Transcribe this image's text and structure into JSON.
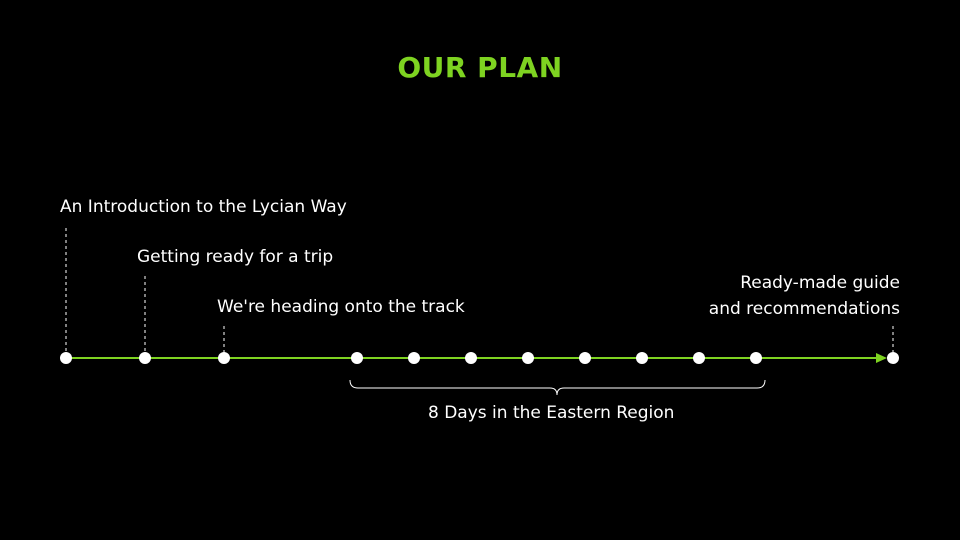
{
  "title": "OUR PLAN",
  "colors": {
    "background": "#000000",
    "accent": "#7ed321",
    "text": "#ffffff",
    "node": "#ffffff"
  },
  "milestones": [
    {
      "label": "An Introduction to the Lycian Way"
    },
    {
      "label": "Getting ready for a trip"
    },
    {
      "label": "We're heading onto the track"
    },
    {
      "label": "Ready-made guide",
      "label2": "and recommendations"
    }
  ],
  "day_nodes_count_label": "8 Days in the Eastern Region"
}
